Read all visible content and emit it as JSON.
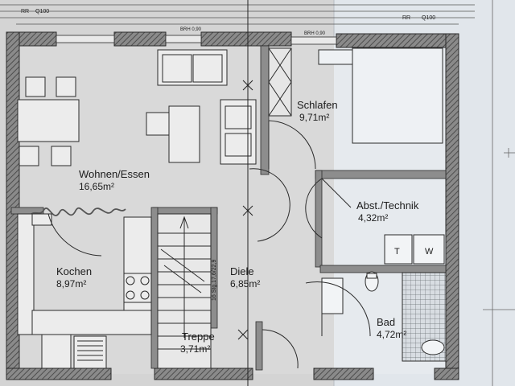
{
  "header": {
    "rr_left": "RR",
    "rr_left_dim": "Q100",
    "rr_right": "RR",
    "rr_right_dim": "Q100",
    "brh_left": "BRH 0,90",
    "brh_right": "BRH 0,90"
  },
  "rooms": {
    "wohnen": {
      "name": "Wohnen/Essen",
      "area": "16,65m²"
    },
    "schlafen": {
      "name": "Schlafen",
      "area": "9,71m²"
    },
    "abst": {
      "name": "Abst./Technik",
      "area": "4,32m²"
    },
    "kochen": {
      "name": "Kochen",
      "area": "8,97m²"
    },
    "diele": {
      "name": "Diele",
      "area": "6,85m²"
    },
    "treppe": {
      "name": "Treppe",
      "area": "3,71m²"
    },
    "bad": {
      "name": "Bad",
      "area": "4,72m²"
    }
  },
  "stair": {
    "spec": "16 Stg.17,6/22,9"
  },
  "appliances": {
    "washer_left": "T",
    "washer_right": "W"
  },
  "colors": {
    "paper": "#d3d3d3",
    "paper_right": "#e2e8ee",
    "wall": "#6e6e6e",
    "ink": "#222222"
  }
}
